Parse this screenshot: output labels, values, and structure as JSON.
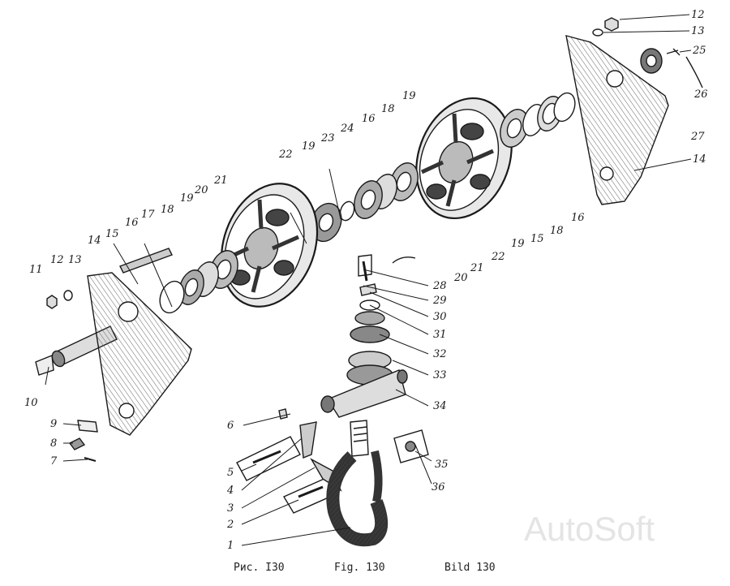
{
  "figure": {
    "captions": [
      "Рис. I30",
      "Fig. 130",
      "Bild 130"
    ],
    "watermark": "AutoSoft",
    "colors": {
      "ink": "#1a1a1a",
      "hatch": "#555555",
      "paper": "#ffffff"
    }
  },
  "callouts": [
    {
      "label": "12"
    },
    {
      "label": "13"
    },
    {
      "label": "25"
    },
    {
      "label": "26"
    },
    {
      "label": "27"
    },
    {
      "label": "14"
    },
    {
      "label": "22"
    },
    {
      "label": "19"
    },
    {
      "label": "23"
    },
    {
      "label": "24"
    },
    {
      "label": "16"
    },
    {
      "label": "18"
    },
    {
      "label": "19"
    },
    {
      "label": "21"
    },
    {
      "label": "20"
    },
    {
      "label": "19"
    },
    {
      "label": "18"
    },
    {
      "label": "17"
    },
    {
      "label": "16"
    },
    {
      "label": "15"
    },
    {
      "label": "14"
    },
    {
      "label": "13"
    },
    {
      "label": "12"
    },
    {
      "label": "11"
    },
    {
      "label": "10"
    },
    {
      "label": "9"
    },
    {
      "label": "8"
    },
    {
      "label": "7"
    },
    {
      "label": "28"
    },
    {
      "label": "29"
    },
    {
      "label": "30"
    },
    {
      "label": "31"
    },
    {
      "label": "32"
    },
    {
      "label": "33"
    },
    {
      "label": "34"
    },
    {
      "label": "20"
    },
    {
      "label": "21"
    },
    {
      "label": "22"
    },
    {
      "label": "19"
    },
    {
      "label": "15"
    },
    {
      "label": "18"
    },
    {
      "label": "16"
    },
    {
      "label": "6"
    },
    {
      "label": "5"
    },
    {
      "label": "4"
    },
    {
      "label": "3"
    },
    {
      "label": "2"
    },
    {
      "label": "1"
    },
    {
      "label": "35"
    },
    {
      "label": "36"
    }
  ]
}
